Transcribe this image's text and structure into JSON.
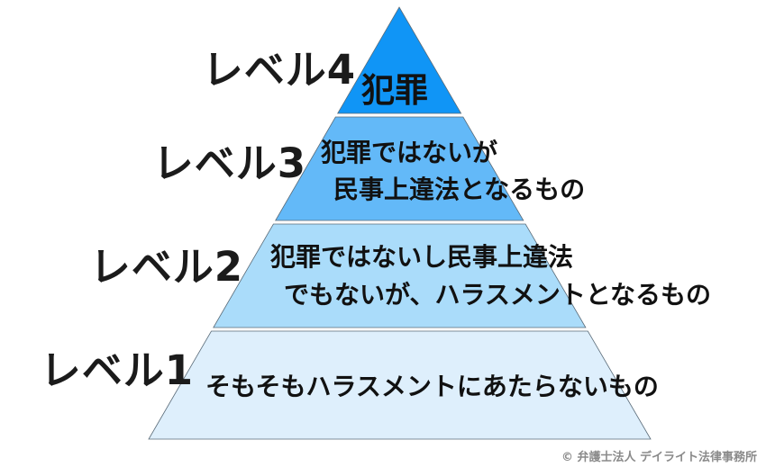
{
  "pyramid": {
    "tiers": [
      {
        "level_label": "レベル4",
        "line1": "犯罪",
        "line2": "",
        "color": "#1095F6"
      },
      {
        "level_label": "レベル3",
        "line1": "犯罪ではないが",
        "line2": "民事上違法となるもの",
        "color": "#63B9F8"
      },
      {
        "level_label": "レベル2",
        "line1": "犯罪ではないし民事上違法",
        "line2": "でもないが、ハラスメントとなるもの",
        "color": "#AADCFA"
      },
      {
        "level_label": "レベル1",
        "line1": "そもそもハラスメントにあたらないもの",
        "line2": "",
        "color": "#DEEFFC"
      }
    ]
  },
  "footer": {
    "copyright": "© 弁護士法人 デイライト法律事務所"
  }
}
